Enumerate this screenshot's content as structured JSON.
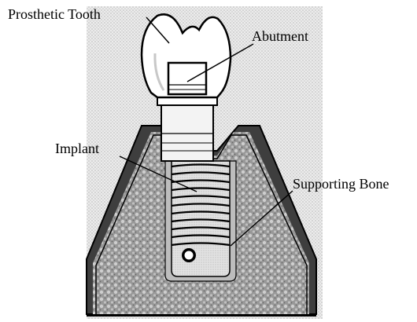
{
  "labels": {
    "prosthetic_tooth": "Prosthetic Tooth",
    "abutment": "Abutment",
    "implant": "Implant",
    "supporting_bone": "Supporting Bone"
  },
  "colors": {
    "background_stipple": "#d8d8d8",
    "bone_outer": "#4a4a4a",
    "bone_inner": "#9a9a9a",
    "tooth_fill": "#ffffff",
    "implant_fill": "#e6e6e6",
    "outline": "#000000"
  }
}
